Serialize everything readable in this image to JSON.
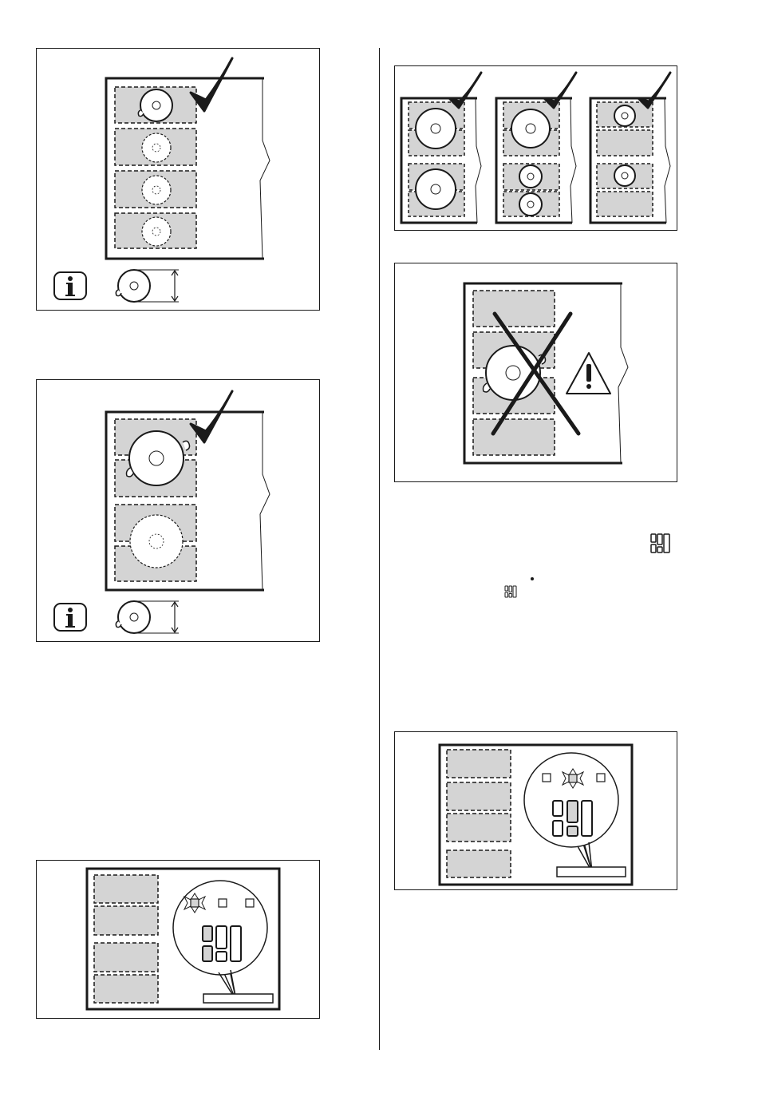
{
  "page": {
    "colors": {
      "stroke": "#1a1a1a",
      "zone_fill": "#d4d4d4",
      "background": "#ffffff"
    },
    "figures": [
      {
        "id": "fig-small-pot-single-zone",
        "icons": [
          "check-icon",
          "info-icon",
          "pot-diameter-icon"
        ]
      },
      {
        "id": "fig-large-pot-bridge-zones",
        "icons": [
          "check-icon",
          "info-icon",
          "pot-diameter-icon"
        ]
      },
      {
        "id": "fig-display-left-zone",
        "icons": [
          "sparkle-indicator-icon"
        ]
      },
      {
        "id": "fig-three-configurations",
        "icons": [
          "check-icon",
          "check-icon",
          "check-icon"
        ]
      },
      {
        "id": "fig-wrong-pot-placement",
        "icons": [
          "cross-icon",
          "warning-icon"
        ]
      },
      {
        "id": "fig-display-middle-zone",
        "icons": [
          "sparkle-indicator-icon"
        ]
      }
    ],
    "inline_icons": [
      "zone-layout-icon",
      "zone-layout-small-icon",
      "dot-icon"
    ]
  }
}
